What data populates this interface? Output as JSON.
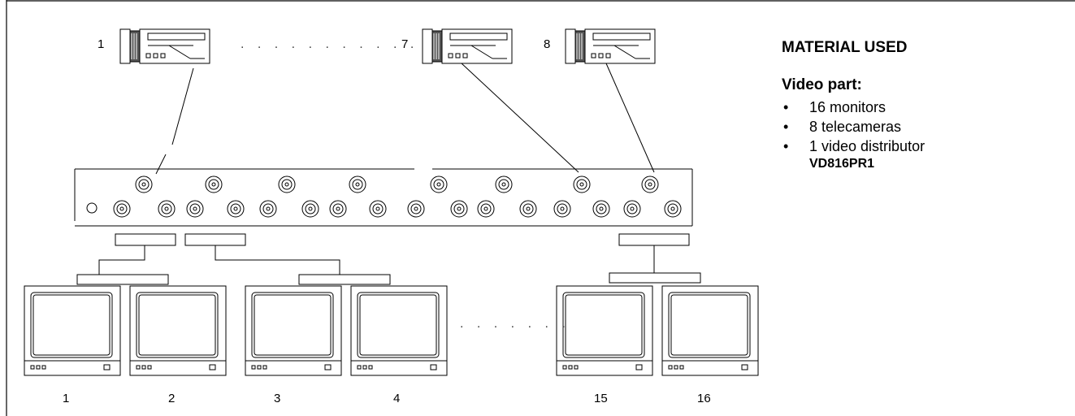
{
  "legend": {
    "title": "MATERIAL USED",
    "subtitle": "Video part:",
    "items": [
      {
        "text": "16 monitors",
        "model": ""
      },
      {
        "text": "8 telecameras",
        "model": ""
      },
      {
        "text": "1 video distributor",
        "model": "VD816PR1"
      }
    ],
    "bullet": "•"
  },
  "cameras": {
    "labels": [
      "1",
      "7",
      "8"
    ],
    "ellipsis": ". . . . . . . . . . ."
  },
  "monitors": {
    "labels": [
      "1",
      "2",
      "3",
      "4",
      "15",
      "16"
    ],
    "ellipsis": ". . . . . . ."
  }
}
